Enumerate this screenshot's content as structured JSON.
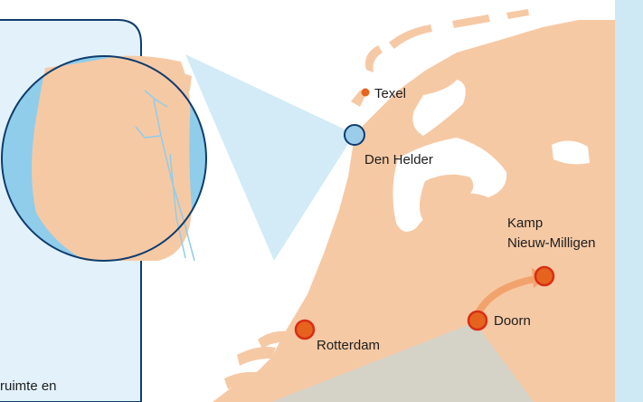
{
  "colors": {
    "land": "#f6c9a5",
    "water": "#8fcdea",
    "panel": "#e3f2fa",
    "panel_border": "#0f3c6e",
    "callout_beam": "#d2ebf6",
    "marker_orange": "#e6631e",
    "marker_red": "#d82e15",
    "marker_blue": "#9bcdea",
    "arrow": "#f2a36d",
    "grey_overlay": "#d5d2c8",
    "right_strip": "#cfe9f4"
  },
  "icons": {
    "marker": "circle-marker-icon",
    "arrow": "curved-arrow-icon"
  },
  "labels": {
    "texel": "Texel",
    "den_helder": "Den Helder",
    "kamp_line1": "Kamp",
    "kamp_line2": "Nieuw-Milligen",
    "doorn": "Doorn",
    "rotterdam": "Rotterdam"
  },
  "panel": {
    "text": "ruimte en"
  }
}
